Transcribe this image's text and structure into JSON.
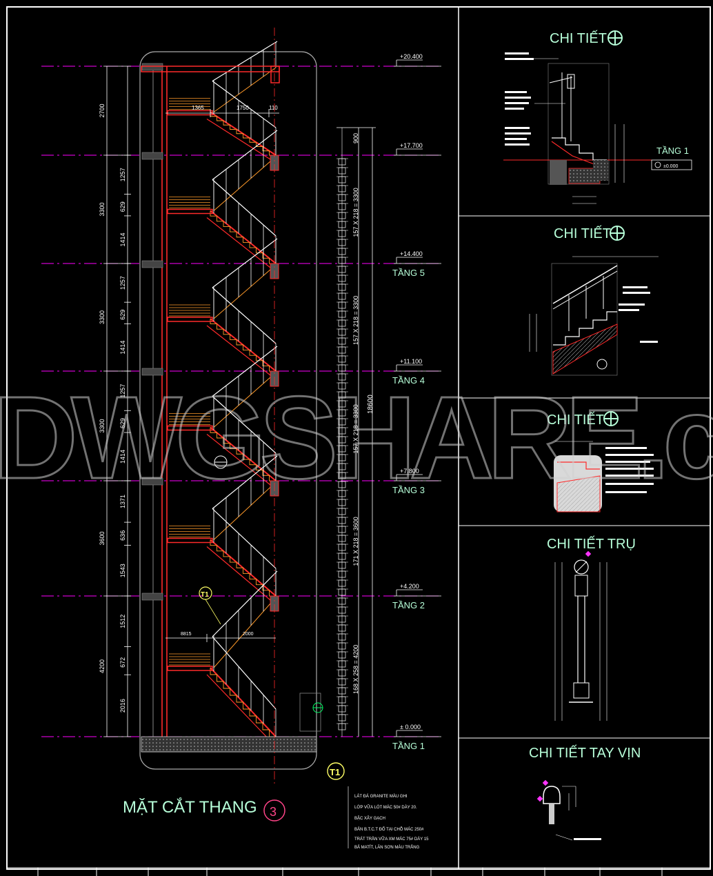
{
  "section": {
    "title": "MẶT CẮT THANG",
    "title_number": "3",
    "levels": [
      {
        "elev": "+20.400",
        "floor": ""
      },
      {
        "elev": "+17.700",
        "floor": ""
      },
      {
        "elev": "+14.400",
        "floor": "TẦNG 5"
      },
      {
        "elev": "+11.100",
        "floor": "TẦNG 4"
      },
      {
        "elev": "+7.800",
        "floor": "TẦNG 3"
      },
      {
        "elev": "+4.200",
        "floor": "TẦNG 2"
      },
      {
        "elev": "± 0.000",
        "floor": "TẦNG 1"
      }
    ],
    "left_dims_outer": [
      "2700",
      "3300",
      "3300",
      "3300",
      "3600",
      "4200"
    ],
    "left_dims_inner": [
      "1257",
      "629",
      "1414",
      "1257",
      "629",
      "1414",
      "1257",
      "629",
      "1414",
      "1371",
      "636",
      "1543",
      "1512",
      "672",
      "2016"
    ],
    "top_dims": [
      "1365",
      "1750",
      "110"
    ],
    "bottom_dims": [
      "8815",
      "2000"
    ],
    "right_dim_top": "900",
    "right_dim_total": "18600",
    "flight_dims": [
      "157 X 218 = 3300",
      "157 X 218 = 3300",
      "157 X 218 = 3300",
      "171 X 218 = 3600",
      "168 X 258 = 4200"
    ],
    "marker_t1": "T1"
  },
  "legend": {
    "marker": "T1",
    "lines": [
      "LÁT ĐÁ GRANITE MÀU GHI",
      "LỚP VỮA LÓT MÁC 50# DÀY 20.",
      "BẬC XÂY GẠCH",
      "BẢN B.T.C.T ĐỔ TẠI CHỖ MÁC 250#",
      "TRÁT TRẦN VỮA XM MÁC 75# DÀY 15",
      "BẢ MATÍT, LĂN SƠN MÀU TRẮNG"
    ]
  },
  "details": [
    {
      "title": "CHI TIẾT",
      "extra_label": "TẦNG 1",
      "extra_elev": "±0.000"
    },
    {
      "title": "CHI TIẾT"
    },
    {
      "title": "CHI TIẾT"
    },
    {
      "title": "CHI TIẾT TRỤ"
    },
    {
      "title": "CHI TIẾT TAY VỊN"
    }
  ],
  "watermark": "DWGSHARE.co",
  "colors": {
    "level_line": "#ff00ff",
    "slab": "#ff2a2a",
    "steps": "#ff9a2a",
    "railing": "#ffffff",
    "text": "#00ff66",
    "detail_title": "#b7ffd9",
    "dim": "#ffffff",
    "frame": "#ffffff"
  }
}
